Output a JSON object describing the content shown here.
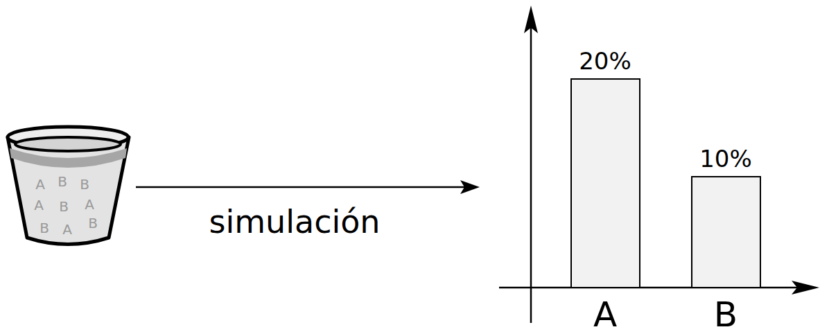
{
  "diagram": {
    "nodes": [
      {
        "text": [
          "A",
          "B",
          "B",
          "A",
          "B",
          "A",
          "B",
          "A",
          "B"
        ]
      },
      {
        "text": [
          "20%"
        ]
      },
      {
        "text": [
          "10%"
        ]
      }
    ],
    "labels": [
      "simulación",
      "A",
      "B"
    ]
  }
}
